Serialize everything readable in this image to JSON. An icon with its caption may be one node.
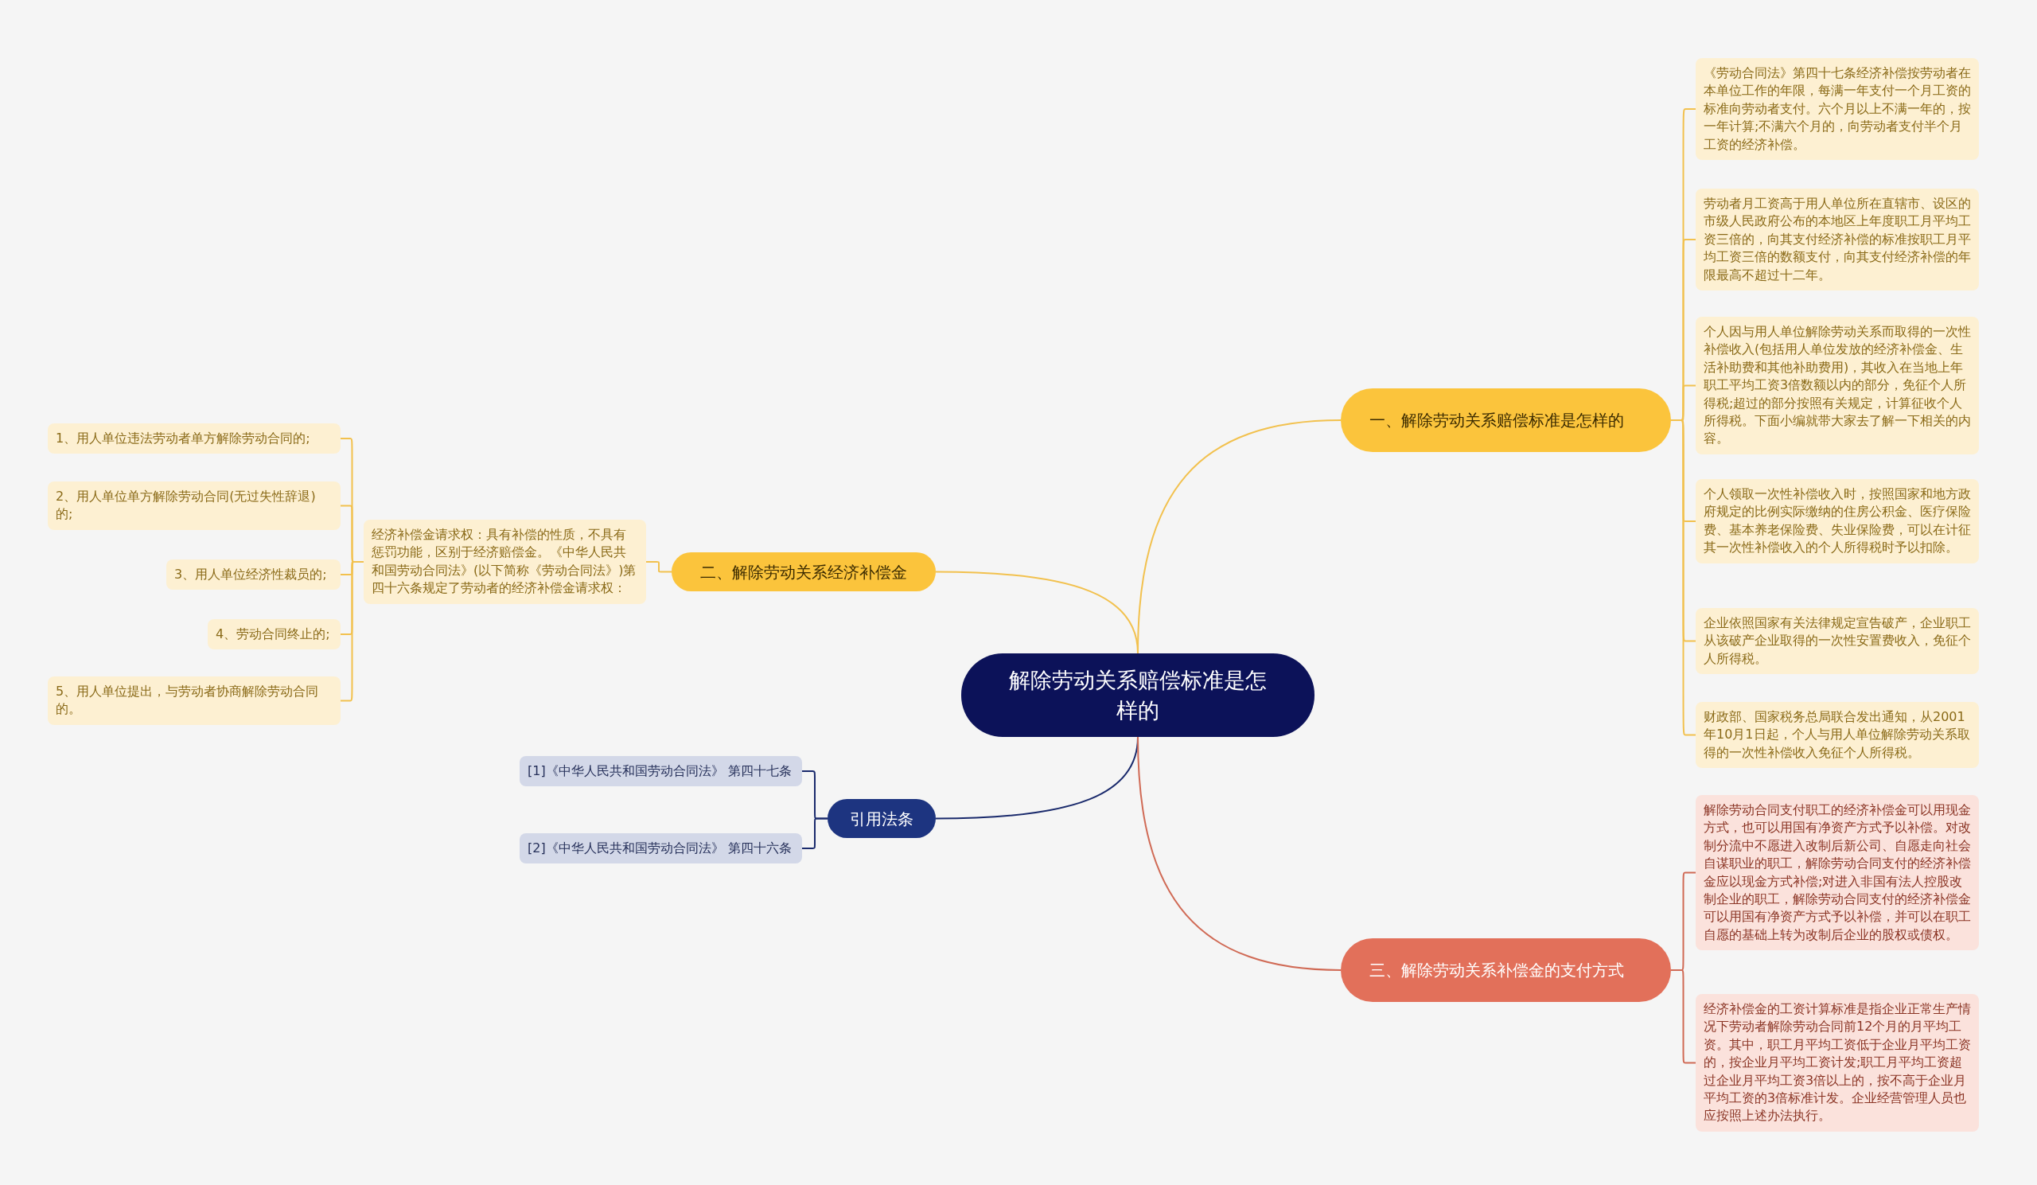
{
  "diagram": {
    "nodes": [
      {
        "text": [
          "解除劳动关系赔偿标准是怎样的"
        ]
      },
      {
        "text": [
          "一、解除劳动关系赔偿标准是怎样的"
        ]
      },
      {
        "text": [
          "《劳动合同法》第四十七条经济补偿按劳动者在本单位工作的年限，每满一年支付一个月工资的标准向劳动者支付。六个月以上不满一年的，按一年计算;不满六个月的，向劳动者支付半个月工资的经济补偿。"
        ]
      },
      {
        "text": [
          "劳动者月工资高于用人单位所在直辖市、设区的市级人民政府公布的本地区上年度职工月平均工资三倍的，向其支付经济补偿的标准按职工月平均工资三倍的数额支付，向其支付经济补偿的年限最高不超过十二年。"
        ]
      },
      {
        "text": [
          "个人因与用人单位解除劳动关系而取得的一次性补偿收入(包括用人单位发放的经济补偿金、生活补助费和其他补助费用)，其收入在当地上年职工平均工资3倍数额以内的部分，免征个人所得税;超过的部分按照有关规定，计算征收个人所得税。下面小编就带大家去了解一下相关的内容。"
        ]
      },
      {
        "text": [
          "个人领取一次性补偿收入时，按照国家和地方政府规定的比例实际缴纳的住房公积金、医疗保险费、基本养老保险费、失业保险费，可以在计征其一次性补偿收入的个人所得税时予以扣除。"
        ]
      },
      {
        "text": [
          "企业依照国家有关法律规定宣告破产，企业职工从该破产企业取得的一次性安置费收入，免征个人所得税。"
        ]
      },
      {
        "text": [
          "财政部、国家税务总局联合发出通知，从2001年10月1日起，个人与用人单位解除劳动关系取得的一次性补偿收入免征个人所得税。"
        ]
      },
      {
        "text": [
          "二、解除劳动关系经济补偿金"
        ]
      },
      {
        "text": [
          "经济补偿金请求权：具有补偿的性质，不具有惩罚功能，区别于经济赔偿金。《中华人民共和国劳动合同法》(以下简称《劳动合同法》)第四十六条规定了劳动者的经济补偿金请求权："
        ]
      },
      {
        "text": [
          "1、用人单位违法劳动者单方解除劳动合同的;"
        ]
      },
      {
        "text": [
          "2、用人单位单方解除劳动合同(无过失性辞退)的;"
        ]
      },
      {
        "text": [
          "3、用人单位经济性裁员的;"
        ]
      },
      {
        "text": [
          "4、劳动合同终止的;"
        ]
      },
      {
        "text": [
          "5、用人单位提出，与劳动者协商解除劳动合同的。"
        ]
      },
      {
        "text": [
          "引用法条"
        ]
      },
      {
        "text": [
          "[1]《中华人民共和国劳动合同法》 第四十七条"
        ]
      },
      {
        "text": [
          "[2]《中华人民共和国劳动合同法》 第四十六条"
        ]
      },
      {
        "text": [
          "三、解除劳动关系补偿金的支付方式"
        ]
      },
      {
        "text": [
          "解除劳动合同支付职工的经济补偿金可以用现金方式，也可以用国有净资产方式予以补偿。对改制分流中不愿进入改制后新公司、自愿走向社会自谋职业的职工，解除劳动合同支付的经济补偿金应以现金方式补偿;对进入非国有法人控股改制企业的职工，解除劳动合同支付的经济补偿金可以用国有净资产方式予以补偿，并可以在职工自愿的基础上转为改制后企业的股权或债权。"
        ]
      },
      {
        "text": [
          "经济补偿金的工资计算标准是指企业正常生产情况下劳动者解除劳动合同前12个月的月平均工资。其中，职工月平均工资低于企业月平均工资的，按企业月平均工资计发;职工月平均工资超过企业月平均工资3倍以上的，按不高于企业月平均工资的3倍标准计发。企业经营管理人员也应按照上述办法执行。"
        ]
      }
    ],
    "edges": [
      {
        "from": 0,
        "to": 1,
        "arrow": "none"
      },
      {
        "from": 1,
        "to": 2,
        "arrow": "none"
      },
      {
        "from": 1,
        "to": 3,
        "arrow": "none"
      },
      {
        "from": 1,
        "to": 4,
        "arrow": "none"
      },
      {
        "from": 1,
        "to": 5,
        "arrow": "none"
      },
      {
        "from": 1,
        "to": 6,
        "arrow": "none"
      },
      {
        "from": 1,
        "to": 7,
        "arrow": "none"
      },
      {
        "from": 0,
        "to": 8,
        "arrow": "none"
      },
      {
        "from": 8,
        "to": 9,
        "arrow": "none"
      },
      {
        "from": 9,
        "to": 10,
        "arrow": "none"
      },
      {
        "from": 9,
        "to": 11,
        "arrow": "none"
      },
      {
        "from": 9,
        "to": 12,
        "arrow": "none"
      },
      {
        "from": 9,
        "to": 13,
        "arrow": "none"
      },
      {
        "from": 9,
        "to": 14,
        "arrow": "none"
      },
      {
        "from": 0,
        "to": 15,
        "arrow": "none",
        "color": "#1a2a6c"
      },
      {
        "from": 15,
        "to": 16,
        "arrow": "none",
        "color": "#1a2a6c"
      },
      {
        "from": 15,
        "to": 17,
        "arrow": "none",
        "color": "#1a2a6c"
      },
      {
        "from": 0,
        "to": 18,
        "arrow": "none",
        "color": "#d06a55"
      },
      {
        "from": 18,
        "to": 19,
        "arrow": "none",
        "color": "#d06a55"
      },
      {
        "from": 18,
        "to": 20,
        "arrow": "none",
        "color": "#d06a55"
      }
    ]
  }
}
